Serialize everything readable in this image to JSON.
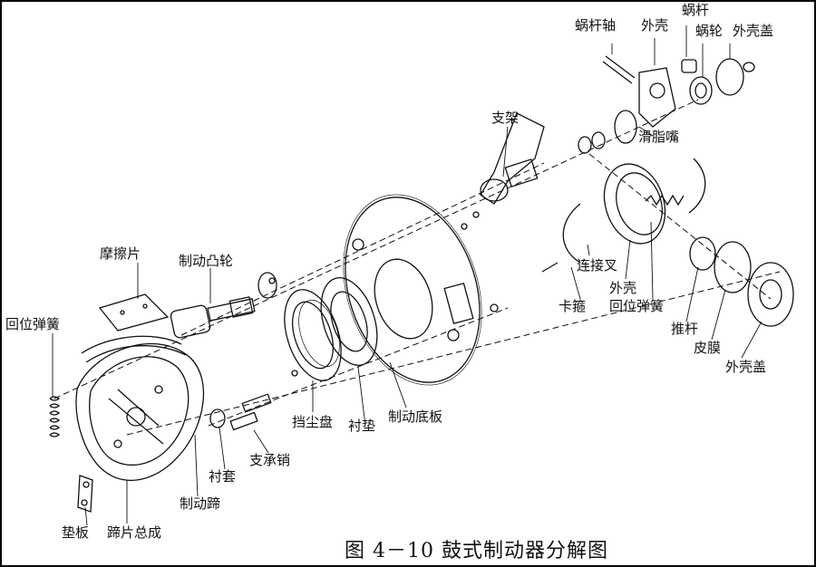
{
  "labels": {
    "worm_shaft": "蜗杆轴",
    "housing_top": "外壳",
    "worm": "蜗杆",
    "worm_wheel": "蜗轮",
    "housing_cover_top": "外壳盖",
    "bracket": "支架",
    "grease_nipple": "滑脂嘴",
    "friction_pad": "摩擦片",
    "brake_cam": "制动凸轮",
    "return_spring_left": "回位弹簧",
    "link_fork": "连接叉",
    "clip": "卡箍",
    "housing_mid": "外壳",
    "return_spring_right": "回位弹簧",
    "push_rod": "推杆",
    "diaphragm": "皮膜",
    "housing_cover_bottom": "外壳盖",
    "dust_shield": "挡尘盘",
    "liner": "衬垫",
    "brake_backing_plate": "制动底板",
    "support_pin": "支承销",
    "bushing": "衬套",
    "brake_shoe": "制动蹄",
    "shim_plate": "垫板",
    "shoe_assembly": "蹄片总成"
  },
  "caption": "图 4－10 鼓式制动器分解图"
}
